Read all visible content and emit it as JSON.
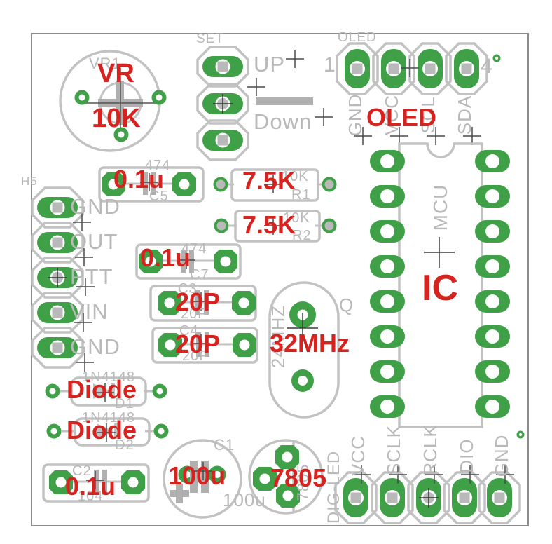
{
  "colors": {
    "pad_green": "#3fa047",
    "silkscreen_gray": "#c2c2c2",
    "text_gray": "#b9b9b9",
    "annotation_red": "#d6231f",
    "hole_gray": "#b9b9b9",
    "board_outline": "#8c8c8c",
    "background": "#ffffff"
  },
  "components": {
    "potentiometer": {
      "ref": "VR1",
      "label": "VR",
      "value": "10K"
    },
    "set_header": {
      "ref": "SET",
      "up": "UP",
      "down": "Down"
    },
    "oled_header": {
      "ref": "OLED",
      "first_pin": "1",
      "last_pin": "4",
      "pins": [
        "GND",
        "VCC",
        "SCL",
        "SDA"
      ],
      "annotation": "OLED"
    },
    "h5_header": {
      "ref": "H5",
      "pins": [
        "GND",
        "OUT",
        "PTT",
        "VIN",
        "GND"
      ]
    },
    "c5": {
      "code": "474",
      "ref": "C5",
      "annotation": "0.1u"
    },
    "r1": {
      "value": "10K",
      "ref": "R1",
      "annotation": "7.5K"
    },
    "r2": {
      "value": "10K",
      "ref": "R2",
      "annotation": "7.5K"
    },
    "c7": {
      "code": "474",
      "ref": "C7",
      "annotation": "0.1u"
    },
    "c3": {
      "ref": "C3",
      "value": "20P",
      "annotation": "20P"
    },
    "c4": {
      "ref": "C4",
      "value": "20P",
      "annotation": "20P"
    },
    "crystal": {
      "ref": "Q",
      "value": "24MHZ",
      "annotation": "32MHz"
    },
    "ic": {
      "name": "MCU",
      "annotation": "IC"
    },
    "d1": {
      "part": "1N4148",
      "ref": "D1",
      "annotation": "Diode"
    },
    "d2": {
      "part": "1N4148",
      "ref": "D2",
      "annotation": "Diode"
    },
    "c2": {
      "ref": "C2",
      "code": "104",
      "annotation": "0.1u"
    },
    "c1": {
      "ref": "C1",
      "value": "100u",
      "annotation": "100u"
    },
    "regulator": {
      "silk": "7805",
      "annotation": "7805"
    },
    "led_header": {
      "ref": "DIG-LED",
      "pins": [
        "VCC",
        "SCLK",
        "RCLK",
        "DIO",
        "GND"
      ]
    }
  }
}
